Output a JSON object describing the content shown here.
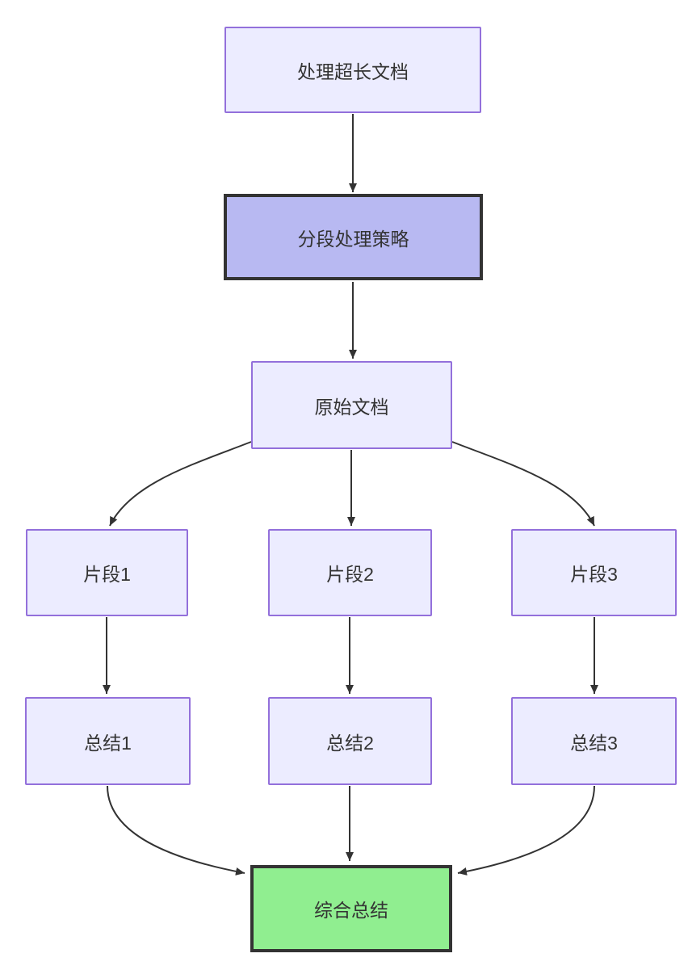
{
  "diagram": {
    "type": "flowchart",
    "direction": "top-down",
    "nodes": [
      {
        "id": "doc",
        "label": "处理超长文档",
        "kind": "default"
      },
      {
        "id": "strategy",
        "label": "分段处理策略",
        "kind": "highlight"
      },
      {
        "id": "original",
        "label": "原始文档",
        "kind": "default"
      },
      {
        "id": "frag1",
        "label": "片段1",
        "kind": "default"
      },
      {
        "id": "frag2",
        "label": "片段2",
        "kind": "default"
      },
      {
        "id": "frag3",
        "label": "片段3",
        "kind": "default"
      },
      {
        "id": "sum1",
        "label": "总结1",
        "kind": "default"
      },
      {
        "id": "sum2",
        "label": "总结2",
        "kind": "default"
      },
      {
        "id": "sum3",
        "label": "总结3",
        "kind": "default"
      },
      {
        "id": "final",
        "label": "综合总结",
        "kind": "success"
      }
    ],
    "edges": [
      {
        "from": "doc",
        "to": "strategy"
      },
      {
        "from": "strategy",
        "to": "original"
      },
      {
        "from": "original",
        "to": "frag1"
      },
      {
        "from": "original",
        "to": "frag2"
      },
      {
        "from": "original",
        "to": "frag3"
      },
      {
        "from": "frag1",
        "to": "sum1"
      },
      {
        "from": "frag2",
        "to": "sum2"
      },
      {
        "from": "frag3",
        "to": "sum3"
      },
      {
        "from": "sum1",
        "to": "final"
      },
      {
        "from": "sum2",
        "to": "final"
      },
      {
        "from": "sum3",
        "to": "final"
      }
    ],
    "colors": {
      "background": "#FFFFFF",
      "node_fill": "#ECECFF",
      "node_border": "#9370DB",
      "highlight_fill": "#B8B9F2",
      "highlight_border": "#333333",
      "success_fill": "#90EE90",
      "success_border": "#333333",
      "edge": "#333333",
      "text": "#333333"
    }
  }
}
